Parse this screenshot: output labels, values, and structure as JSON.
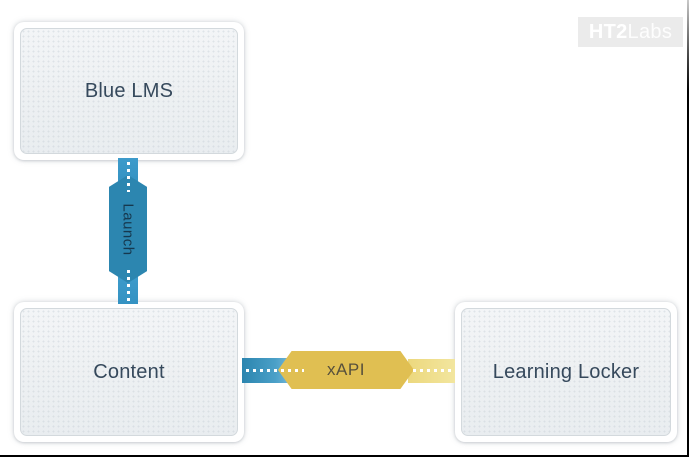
{
  "nodes": {
    "blue_lms": {
      "label": "Blue LMS"
    },
    "content": {
      "label": "Content"
    },
    "learning_locker": {
      "label": "Learning Locker"
    }
  },
  "connectors": {
    "launch": {
      "label": "Launch",
      "direction": "down",
      "from": "Blue LMS",
      "to": "Content",
      "ribbon_color": "#2c86b0",
      "strip_color": "#3d9bcb",
      "text_color": "#16384e"
    },
    "xapi": {
      "label": "xAPI",
      "direction": "right",
      "from": "Content",
      "to": "Learning Locker",
      "ribbon_color": "#e0bf52",
      "left_strip_color": "#2b85af",
      "right_strip_color": "#ecd87e",
      "text_color": "#57503c"
    }
  },
  "logo": {
    "bold": "HT2",
    "light": "Labs",
    "background_color": "#ebebeb",
    "text_color": "#ffffff"
  },
  "colors": {
    "page_background": "#ffffff",
    "node_fill": "#eef1f3",
    "node_border": "#d3d9dd",
    "node_text": "#36495c",
    "frame_line": "#000000",
    "dot_color": "#ffffff"
  }
}
